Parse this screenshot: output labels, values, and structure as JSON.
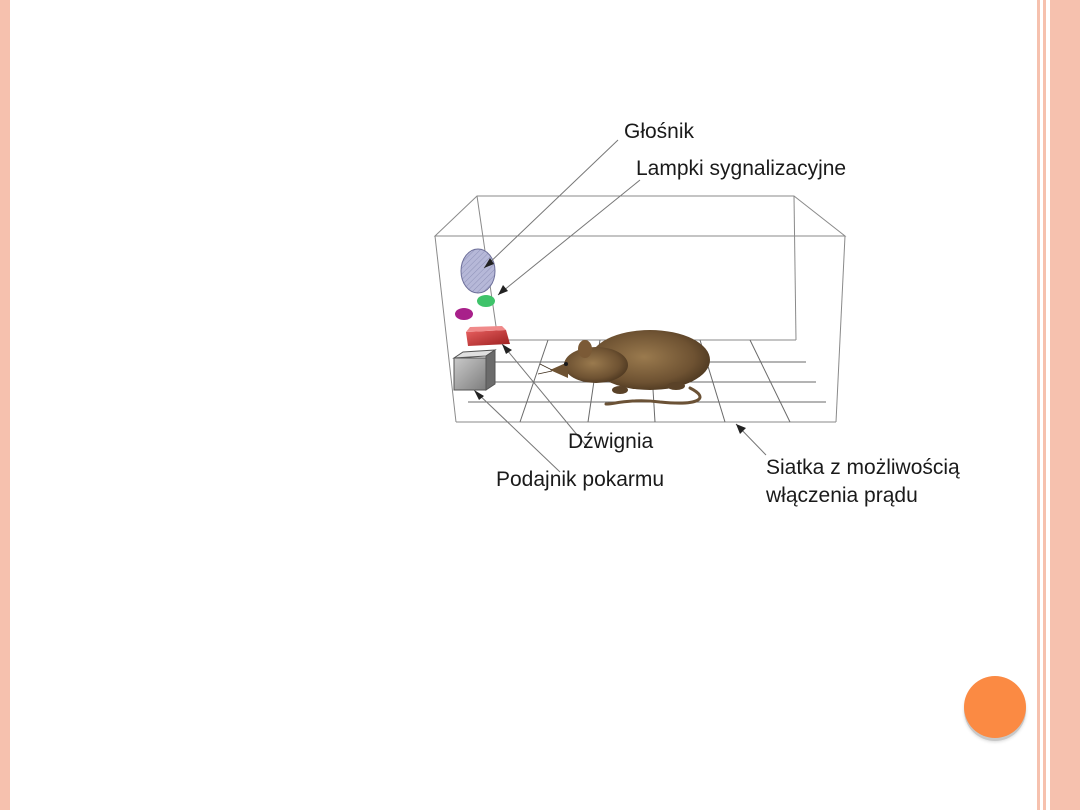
{
  "theme": {
    "border_color": "#f6c1ae",
    "accent_color": "#fb8a43"
  },
  "diagram": {
    "labels": {
      "speaker": "Głośnik",
      "lights": "Lampki sygnalizacyjne",
      "lever": "Dźwignia",
      "feeder": "Podajnik pokarmu",
      "grid_line1": "Siatka z możliwością",
      "grid_line2": "włączenia prądu"
    }
  },
  "decoration": {
    "nav_icon": "orange-circle-icon"
  }
}
